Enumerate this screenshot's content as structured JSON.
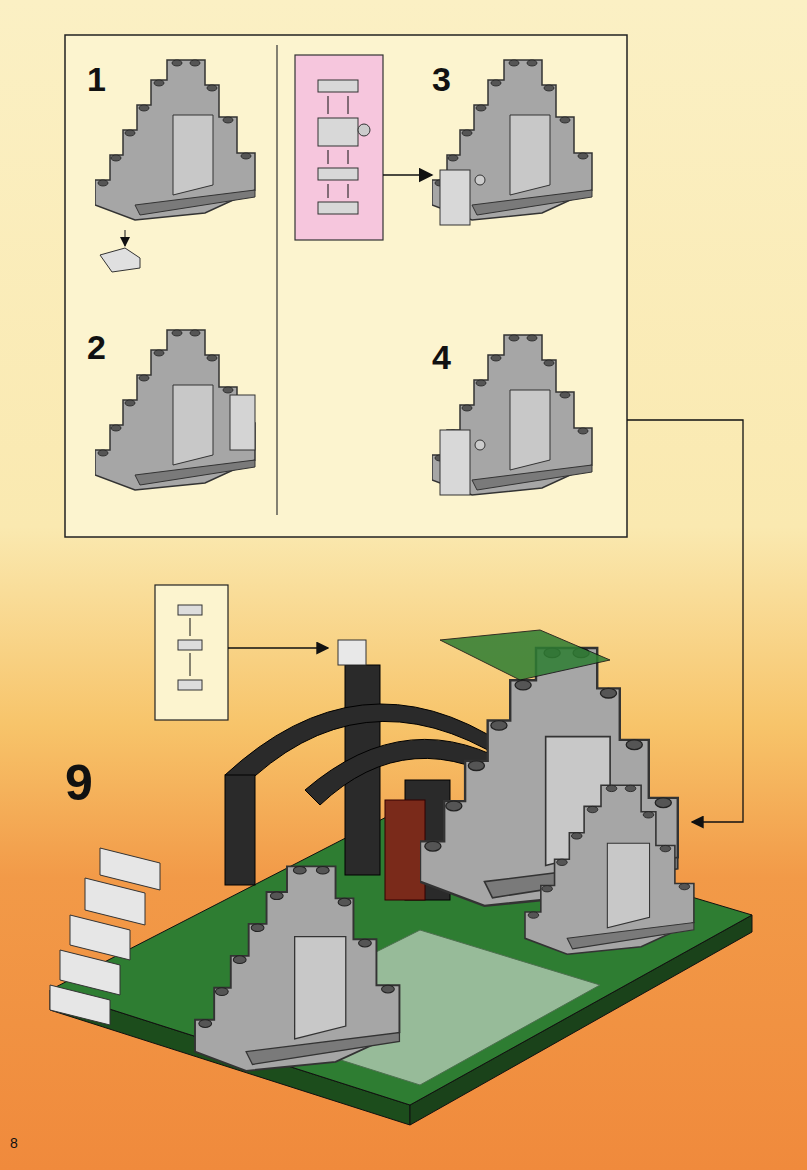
{
  "diagram": {
    "labels": [
      "1",
      "3",
      "2",
      "4",
      "9",
      "8"
    ]
  }
}
